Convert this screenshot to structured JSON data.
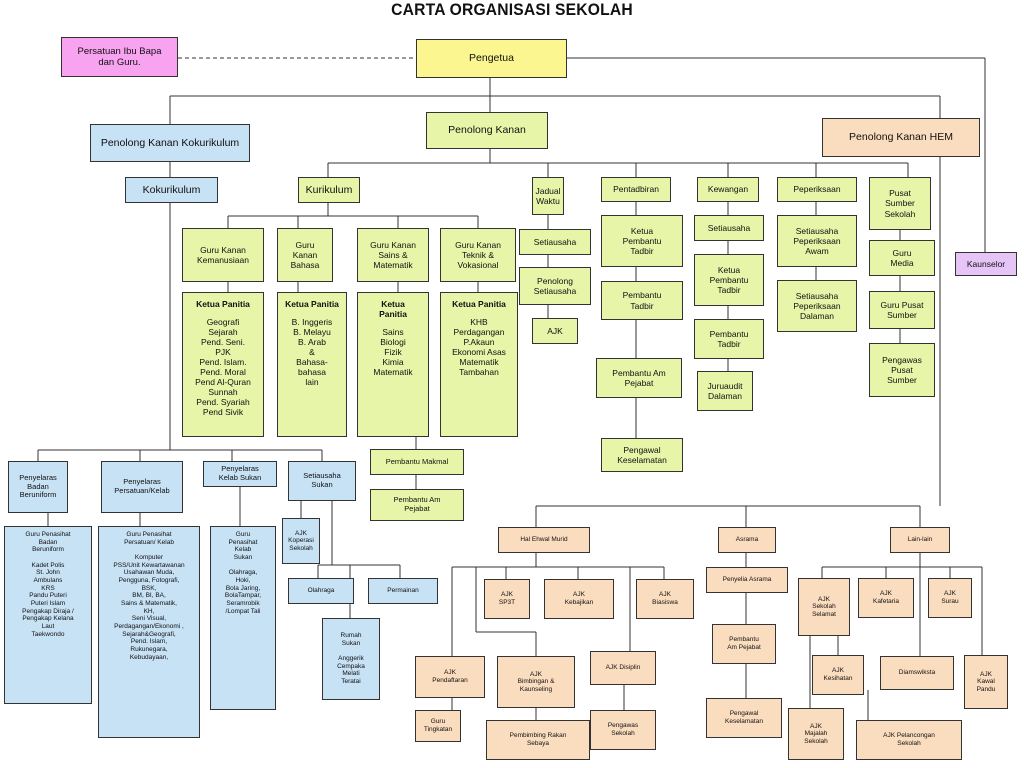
{
  "title": "CARTA ORGANISASI SEKOLAH",
  "nodes": {
    "pibg": "Persatuan Ibu Bapa\ndan Guru.",
    "pengetua": "Pengetua",
    "pk_kokurikulum": "Penolong  Kanan  Kokurikulum",
    "pk": "Penolong  Kanan",
    "pk_hem": "Penolong  Kanan  HEM",
    "kokurikulum": "Kokurikulum",
    "kurikulum": "Kurikulum",
    "jadual_waktu": "Jadual\nWaktu",
    "setiausaha_jw": "Setiausaha",
    "penolong_setiausaha": "Penolong\nSetiausaha",
    "ajk_jw": "AJK",
    "pentadbiran": "Pentadbiran",
    "ketua_pembantu_tadbir_1": "Ketua\nPembantu\nTadbir",
    "pembantu_tadbir_1": "Pembantu\nTadbir",
    "pembantu_am_pejabat_1": "Pembantu Am\nPejabat",
    "pengawal_keselamatan_1": "Pengawal\nKeselamatan",
    "kewangan": "Kewangan",
    "setiausaha_kew": "Setiausaha",
    "ketua_pembantu_tadbir_2": "Ketua\nPembantu\nTadbir",
    "pembantu_tadbir_2": "Pembantu\nTadbir",
    "juruaudit_dalaman": "Juruaudit\nDalaman",
    "peperiksaan": "Peperiksaan",
    "su_peperiksaan_awam": "Setiausaha\nPeperiksaan\nAwam",
    "su_peperiksaan_dalaman": "Setiausaha\nPeperiksaan\nDalaman",
    "pusat_sumber": "Pusat\nSumber\nSekolah",
    "guru_media": "Guru\nMedia",
    "guru_pusat_sumber": "Guru Pusat\nSumber",
    "pengawas_pusat_sumber": "Pengawas\nPusat\nSumber",
    "kaunselor": "Kaunselor",
    "gk_kemanusiaan": "Guru Kanan\nKemanusiaan",
    "gk_bahasa": "Guru\nKanan\nBahasa",
    "gk_sains": "Guru Kanan\nSains &\nMatematik",
    "gk_teknik": "Guru Kanan\nTeknik &\nVokasional",
    "kp_heading": "Ketua Panitia",
    "kp_kemanusiaan": "Geografi\nSejarah\nPend. Seni.\nPJK\nPend. Islam.\nPend. Moral\nPend Al-Quran\nSunnah\nPend. Syariah\nPend Sivik",
    "kp_bahasa": "B. Inggeris\nB. Melayu\nB. Arab\n&\nBahasa-\nbahasa\nlain",
    "kp_sains_heading": "Ketua\nPanitia",
    "kp_sains": "Sains\nBiologi\nFizik\nKimia\nMatematik",
    "kp_teknik": "KHB\nPerdagangan\nP.Akaun\nEkonomi Asas\nMatematik\nTambahan",
    "pembantu_makmal": "Pembantu Makmal",
    "pembantu_am_pejabat_2": "Pembantu Am\nPejabat",
    "py_badan_beruniform": "Penyelaras\nBadan\nBeruniform",
    "py_persatuan_kelab": "Penyelaras\nPersatuan/Kelab",
    "py_kelab_sukan": "Penyelaras\nKelab Sukan",
    "su_sukan": "Setiausaha\nSukan",
    "guru_penasihat_beruniform": "Guru Penasihat\nBadan\nBeruniform\n\nKadet Polis\nSt. John\nAmbulans\nKRS\nPandu Puteri\nPuteri Islam\nPengakap Diraja /\nPengakap Kelana\nLaut\nTaekwondo",
    "guru_penasihat_kelab": "Guru Penasihat\nPersatuan/ Kelab\n\nKomputer\nPSS/Unit Kewartawanan\nUsahawan Muda,\nPengguna, Fotografi,\nBSK,\nBM, BI, BA,\nSains & Matematik,\nKH,\nSeni Visual,\nPerdagangan/Ekonomi ,\nSejarah&Geografi,\nPend. Islam,\nRukunegara,\nKebudayaan,",
    "guru_penasihat_sukan": "Guru\nPenasihat\nKelab\nSukan\n\nOlahraga,\nHoki,\nBola Jaring,\nBolaTampar,\nSeramrobik\n/Lompat Tali",
    "ajk_koperasi": "AJK\nKoperasi\nSekolah",
    "olahraga": "Olahraga",
    "permainan": "Permainan",
    "rumah_sukan": "Rumah\nSukan\n\nAnggerik\nCempaka\nMelati\nTeratai",
    "hal_ehwal_murid": "Hal Ehwal  Murid",
    "ajk_sp3t": "AJK\nSP3T",
    "ajk_kebajikan": "AJK\nKebajikan",
    "ajk_biasiswa": "AJK\nBiasiswa",
    "ajk_pendaftaran": "AJK\nPendaftaran",
    "ajk_bimbingan": "AJK\nBimbingan  &\nKaunseling",
    "ajk_disiplin": "AJK Disiplin",
    "guru_tingkatan": "Guru\nTingkatan",
    "pembimbing_rakan_sebaya": "Pembimbing  Rakan\nSebaya",
    "pengawas_sekolah": "Pengawas\nSekolah",
    "asrama": "Asrama",
    "penyelia_asrama": "Penyelia  Asrama",
    "pembantu_am_pejabat_3": "Pembantu\nAm Pejabat",
    "pengawal_keselamatan_2": "Pengawal\nKeselamatan",
    "lain_lain": "Lain-lain",
    "ajk_sekolah_selamat": "AJK\nSekolah\nSelamat",
    "ajk_kafetaria": "AJK\nKafetaria",
    "ajk_surau": "AJK\nSurau",
    "ajk_kesihatan": "AJK\nKesihatan",
    "ajk_kawal_pandu": "AJK\nKawal\nPandu",
    "diamswiksta": "Diamswiksta",
    "ajk_majalah": "AJK\nMajalah\nSekolah",
    "ajk_pelancongan": "AJK Pelancongan\nSekolah"
  }
}
